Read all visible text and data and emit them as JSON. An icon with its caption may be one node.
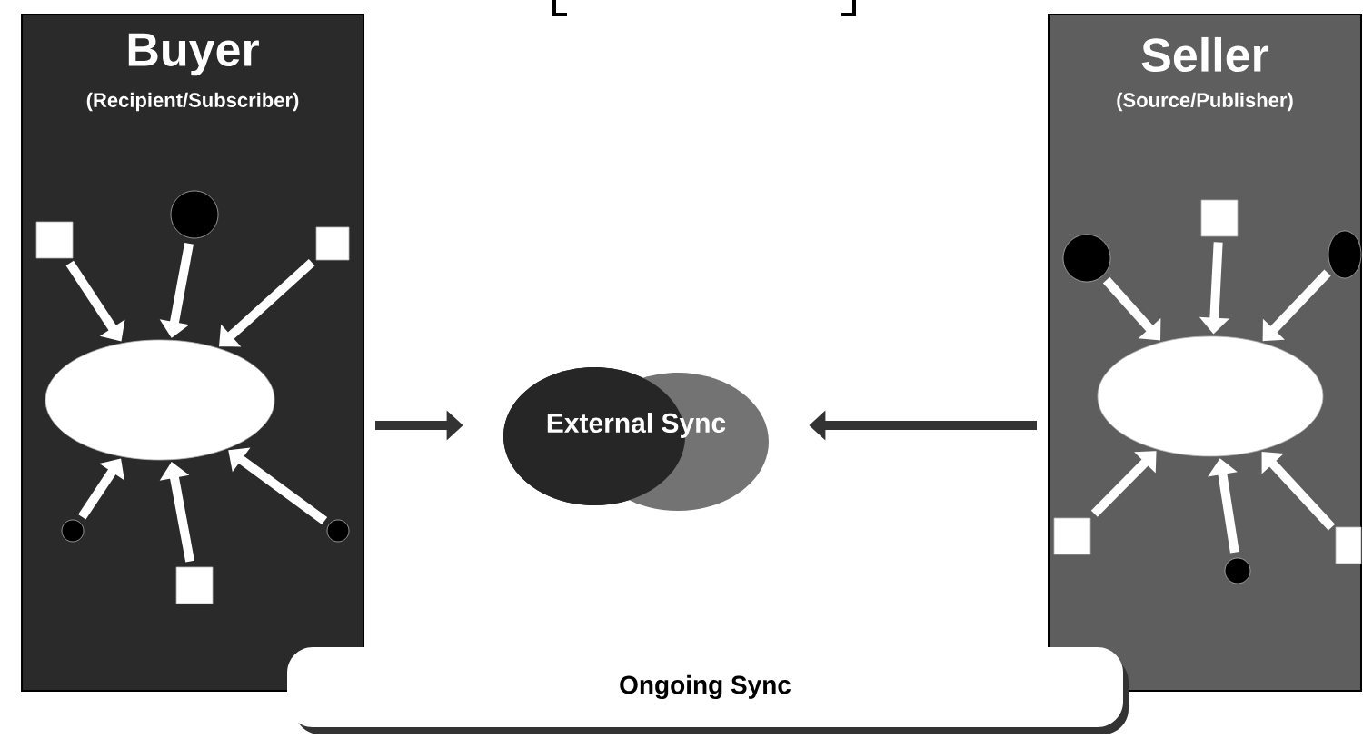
{
  "diagram": {
    "nodes": [
      {
        "text": [
          "Buyer",
          "(Recipient/Subscriber)"
        ]
      },
      {
        "text": [],
        "shape": "ellipse",
        "in": 0
      },
      {
        "text": [],
        "shape": "box",
        "in": 0
      },
      {
        "text": [],
        "shape": "circle",
        "in": 0
      },
      {
        "text": [],
        "shape": "box",
        "in": 0
      },
      {
        "text": [],
        "shape": "circle",
        "in": 0
      },
      {
        "text": [],
        "shape": "box",
        "in": 0
      },
      {
        "text": [],
        "shape": "circle",
        "in": 0
      },
      {
        "text": [
          "External Sync"
        ]
      },
      {
        "text": [
          "Seller",
          "(Source/Publisher)"
        ]
      },
      {
        "text": [],
        "shape": "ellipse",
        "in": 9
      },
      {
        "text": [],
        "shape": "circle",
        "in": 9
      },
      {
        "text": [],
        "shape": "box",
        "in": 9
      },
      {
        "text": [],
        "shape": "circle",
        "in": 9
      },
      {
        "text": [],
        "shape": "box",
        "in": 9
      },
      {
        "text": [],
        "shape": "circle",
        "in": 9
      },
      {
        "text": [],
        "shape": "box",
        "in": 9
      },
      {
        "text": [
          "Ongoing Sync"
        ]
      }
    ],
    "edges": [
      {
        "from": 2,
        "to": 1,
        "arrow": "to"
      },
      {
        "from": 3,
        "to": 1,
        "arrow": "to"
      },
      {
        "from": 4,
        "to": 1,
        "arrow": "to"
      },
      {
        "from": 5,
        "to": 1,
        "arrow": "to"
      },
      {
        "from": 6,
        "to": 1,
        "arrow": "to"
      },
      {
        "from": 7,
        "to": 1,
        "arrow": "to"
      },
      {
        "from": 0,
        "to": 8,
        "arrow": "to",
        "color": "#333333"
      },
      {
        "from": 11,
        "to": 10,
        "arrow": "to"
      },
      {
        "from": 12,
        "to": 10,
        "arrow": "to"
      },
      {
        "from": 13,
        "to": 10,
        "arrow": "to"
      },
      {
        "from": 14,
        "to": 10,
        "arrow": "to"
      },
      {
        "from": 15,
        "to": 10,
        "arrow": "to"
      },
      {
        "from": 16,
        "to": 10,
        "arrow": "to"
      },
      {
        "from": 9,
        "to": 8,
        "arrow": "to",
        "color": "#333333"
      }
    ]
  }
}
